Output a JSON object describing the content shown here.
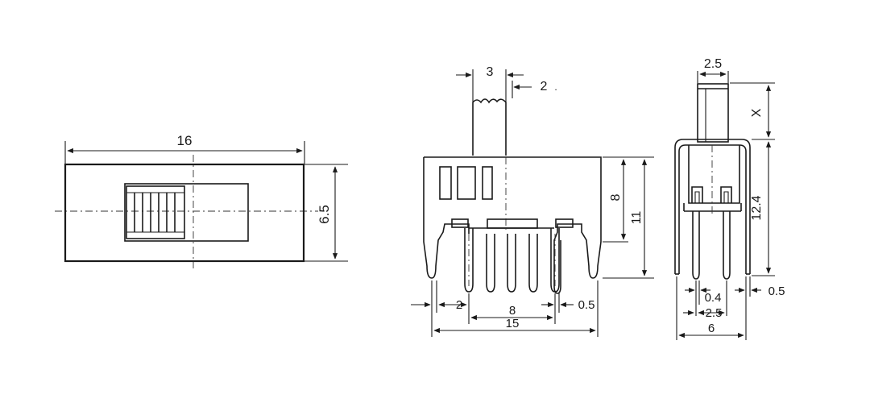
{
  "colors": {
    "ink": "#1a1a1a",
    "background": "#ffffff"
  },
  "top_view": {
    "dim_length": "16",
    "dim_width": "6.5"
  },
  "front_view": {
    "dim_actuator_width": "3",
    "dim_actuator_offset": "2",
    "dim_body_height": "8",
    "dim_overall_height": "11",
    "dim_mount_pin_offset": "2",
    "dim_pin_pitch_total": "8",
    "dim_pin_thickness": "0.5",
    "dim_overall_width": "15"
  },
  "side_view": {
    "dim_actuator_width": "2.5",
    "dim_actuator_travel": "X",
    "dim_body_height": "12.4",
    "dim_pin_width": "0.4",
    "dim_pin_spacing": "2.5",
    "dim_overall_depth": "6",
    "dim_frame_thickness": "0.5"
  }
}
